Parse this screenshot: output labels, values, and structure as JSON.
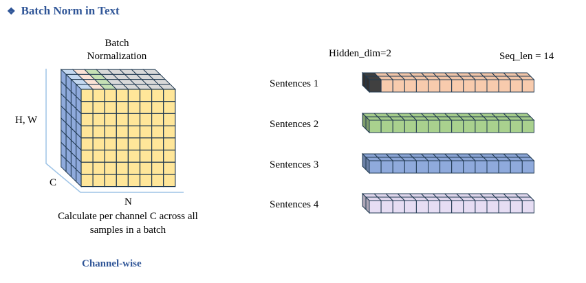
{
  "header": {
    "bullet_icon": "diamond-four-icon",
    "title": "Batch Norm in Text"
  },
  "left_panel": {
    "heading_line1": "Batch",
    "heading_line2": "Normalization",
    "axis_hw": "H, W",
    "axis_c": "C",
    "axis_n": "N",
    "caption_line1": "Calculate per channel C across all",
    "caption_line2": "samples in a batch",
    "mode_label": "Channel-wise",
    "cube": {
      "grid_cols": 8,
      "grid_rows": 8,
      "depth": 4,
      "front_color": "#ffe699",
      "side_color": "#8faadc",
      "top_colors": [
        "#c5d9f1",
        "#fbe2d5",
        "#c5e0b4",
        "#d9d9d9",
        "#d9d9d9",
        "#d9d9d9",
        "#d9d9d9",
        "#d9d9d9"
      ],
      "stroke": "#1f3850",
      "axis_color": "#9dc3e6"
    }
  },
  "right_panel": {
    "hidden_dim_label": "Hidden_dim=2",
    "seq_len_label": "Seq_len = 14",
    "seq_len": 14,
    "hidden_dim": 2,
    "sentences": [
      {
        "label": "Sentences 1",
        "color": "#f8cbad",
        "highlight_color": "#404040"
      },
      {
        "label": "Sentences 2",
        "color": "#a9d18e"
      },
      {
        "label": "Sentences 3",
        "color": "#8faadc"
      },
      {
        "label": "Sentences 4",
        "color": "#e6ddf3"
      }
    ]
  }
}
